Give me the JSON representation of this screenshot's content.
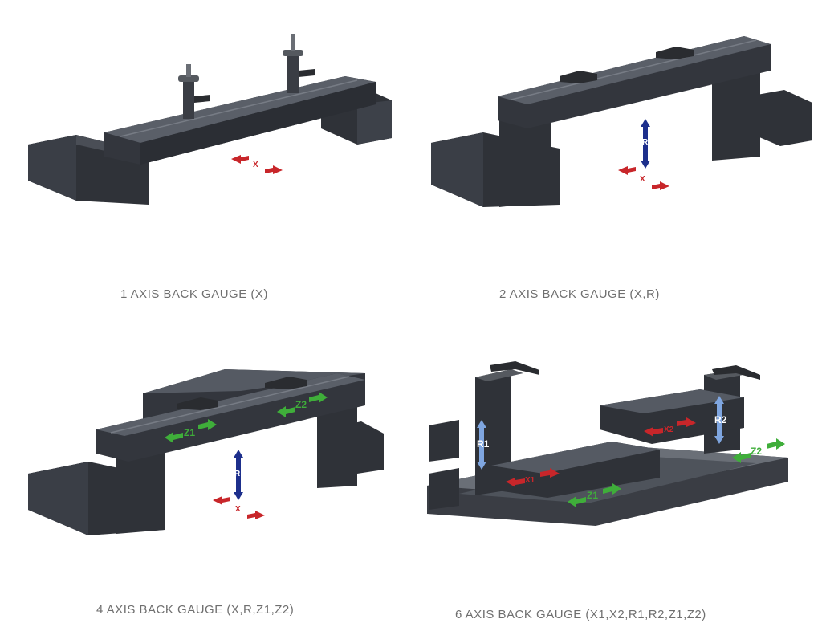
{
  "panels": [
    {
      "caption": "1 AXIS BACK GAUGE (X)",
      "labels": {
        "x": "X"
      }
    },
    {
      "caption": "2 AXIS BACK GAUGE (X,R)",
      "labels": {
        "x": "X",
        "r": "R"
      }
    },
    {
      "caption": "4 AXIS BACK GAUGE (X,R,Z1,Z2)",
      "labels": {
        "x": "X",
        "r": "R",
        "z1": "Z1",
        "z2": "Z2"
      }
    },
    {
      "caption": "6 AXIS BACK GAUGE (X1,X2,R1,R2,Z1,Z2)",
      "labels": {
        "x1": "X1",
        "x2": "X2",
        "r1": "R1",
        "r2": "R2",
        "z1": "Z1",
        "z2": "Z2"
      }
    }
  ],
  "colors": {
    "machine_dark": "#2f3238",
    "machine_mid": "#3d4149",
    "machine_light": "#5a5f68",
    "arrow_x": "#c8262a",
    "arrow_r": "#1d2f8c",
    "arrow_z": "#3fae3a",
    "arrow_r_light": "#7fa6e0",
    "caption": "#6f6f6f"
  }
}
